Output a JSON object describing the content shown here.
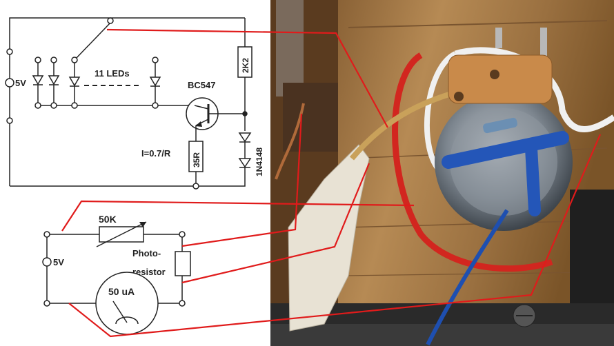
{
  "circuit_top": {
    "supply_label": "5V",
    "leds_label": "11 LEDs",
    "transistor_label": "BC547",
    "resistor_top_label": "2K2",
    "resistor_emitter_label": "35R",
    "current_formula": "I=0.7/R",
    "diode_label": "1N4148"
  },
  "circuit_bottom": {
    "supply_label": "5V",
    "pot_label": "50K",
    "photo_label_line1": "Photo-",
    "photo_label_line2": "resistor",
    "meter_label": "50 uA"
  },
  "colors": {
    "annotation_lines": "#e01b1b",
    "schematic_ink": "#222222",
    "photo_wood": "#a97b44"
  },
  "photo": {
    "description_icon": "led-assembly-photo"
  }
}
